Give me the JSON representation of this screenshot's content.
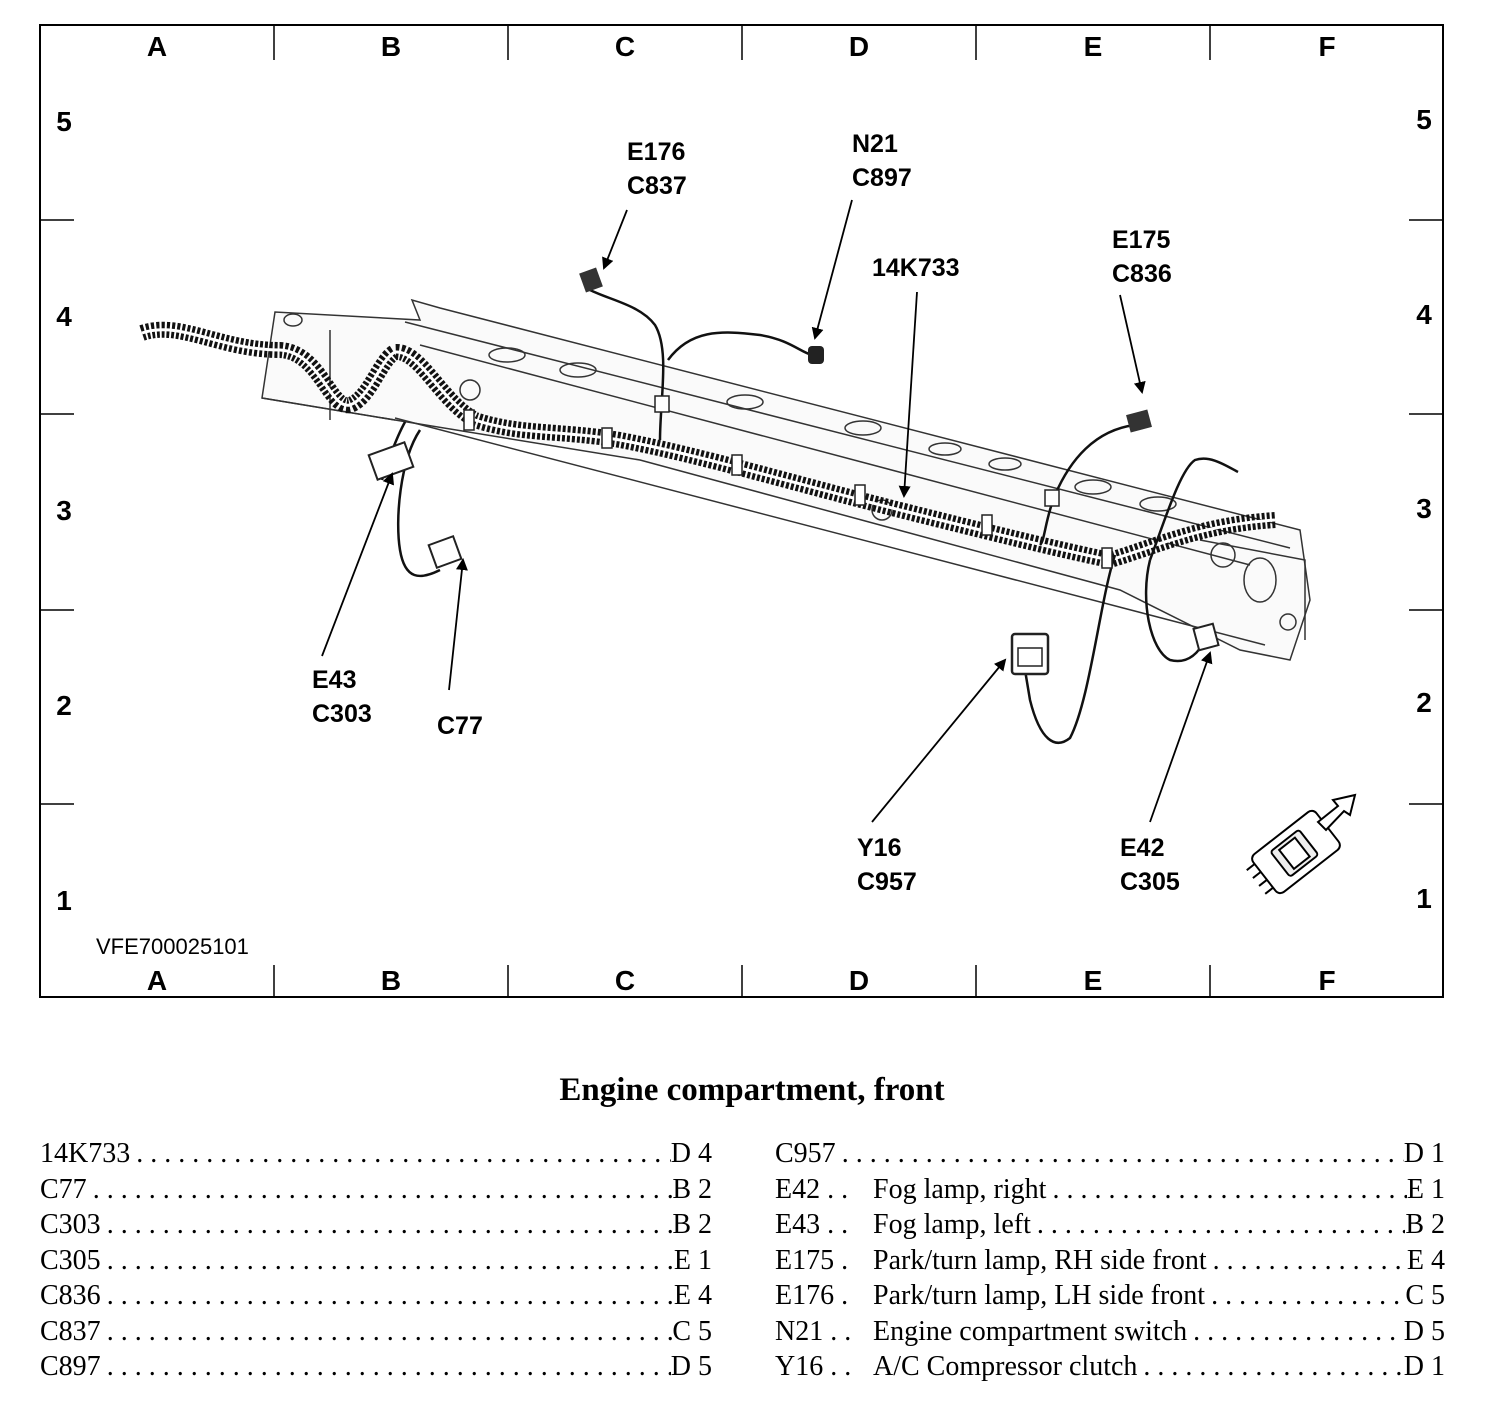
{
  "grid": {
    "columns": [
      "A",
      "B",
      "C",
      "D",
      "E",
      "F"
    ],
    "rows": [
      "5",
      "4",
      "3",
      "2",
      "1"
    ]
  },
  "figure_id": "VFE700025101",
  "callouts": {
    "e176_c837": [
      "E176",
      "C837"
    ],
    "n21_c897": [
      "N21",
      "C897"
    ],
    "k14733": [
      "14K733"
    ],
    "e175_c836": [
      "E175",
      "C836"
    ],
    "e43_c303": [
      "E43",
      "C303"
    ],
    "c77": [
      "C77"
    ],
    "y16_c957": [
      "Y16",
      "C957"
    ],
    "e42_c305": [
      "E42",
      "C305"
    ]
  },
  "icons": {
    "vehicle_orientation": "vehicle-front-arrow-icon"
  },
  "legend": {
    "title": "Engine compartment, front",
    "left": [
      {
        "code": "14K733",
        "location": "D 4"
      },
      {
        "code": "C77",
        "location": "B 2"
      },
      {
        "code": "C303",
        "location": "B 2"
      },
      {
        "code": "C305",
        "location": "E 1"
      },
      {
        "code": "C836",
        "location": "E 4"
      },
      {
        "code": "C837",
        "location": "C 5"
      },
      {
        "code": "C897",
        "location": "D 5"
      }
    ],
    "right": [
      {
        "code": "C957",
        "description": "",
        "location": "D 1"
      },
      {
        "code": "E42 . .",
        "description": "Fog lamp, right",
        "location": "E 1"
      },
      {
        "code": "E43 . .",
        "description": "Fog lamp, left",
        "location": "B 2"
      },
      {
        "code": "E175 .",
        "description": "Park/turn lamp, RH side front",
        "location": "E 4"
      },
      {
        "code": "E176 .",
        "description": "Park/turn lamp, LH side front",
        "location": "C 5"
      },
      {
        "code": "N21 . .",
        "description": "Engine compartment switch",
        "location": "D 5"
      },
      {
        "code": "Y16 . .",
        "description": "A/C Compressor clutch",
        "location": "D 1"
      }
    ]
  }
}
